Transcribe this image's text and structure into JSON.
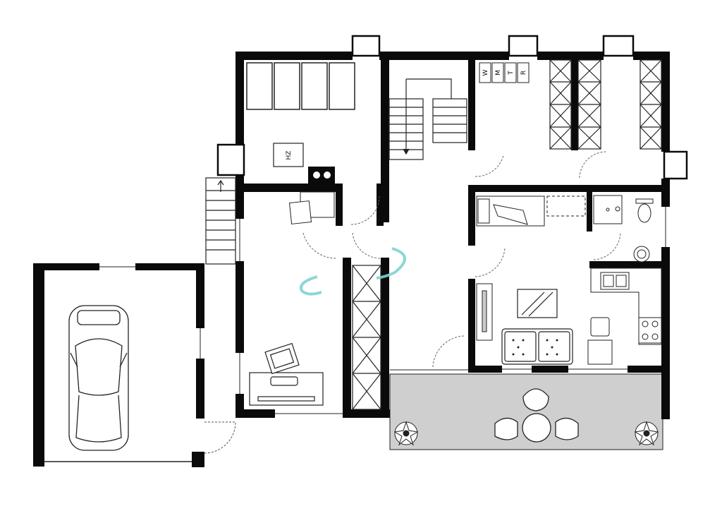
{
  "colors": {
    "wall": "#0a0a0a",
    "line": "#222222",
    "terrace": "#cfcfcf",
    "watermark": "#7fd3d0"
  },
  "labels": {
    "heater": "HZ",
    "washer": "W",
    "machine": "M",
    "tumble_dryer": "T",
    "rack": "R"
  },
  "icons": {
    "car": "car-icon",
    "plant": "plant-icon",
    "stove": "stove-icon",
    "sink": "sink-icon",
    "toilet": "toilet-icon",
    "watermark": "logo-watermark-icon"
  }
}
